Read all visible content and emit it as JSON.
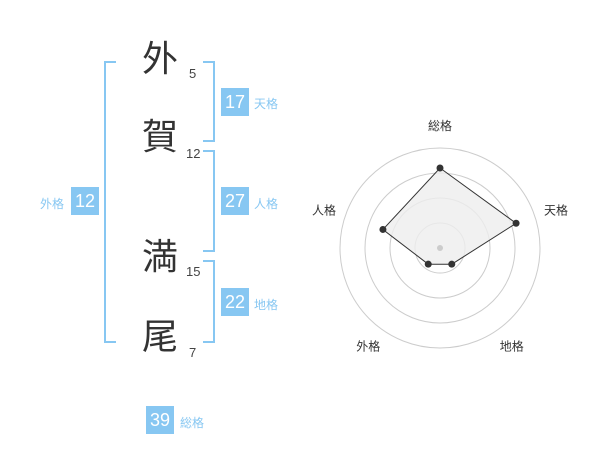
{
  "name_chars": [
    {
      "char": "外",
      "strokes": "5"
    },
    {
      "char": "賀",
      "strokes": "12"
    },
    {
      "char": "満",
      "strokes": "15"
    },
    {
      "char": "尾",
      "strokes": "7"
    }
  ],
  "fortunes": {
    "tenkaku": {
      "label": "天格",
      "value": "17"
    },
    "jinkaku": {
      "label": "人格",
      "value": "27"
    },
    "chikaku": {
      "label": "地格",
      "value": "22"
    },
    "gaikaku": {
      "label": "外格",
      "value": "12"
    },
    "soukaku": {
      "label": "総格",
      "value": "39"
    }
  },
  "colors": {
    "accent": "#87c7f2",
    "text": "#333333",
    "grid": "#cccccc",
    "fill": "#eeeeee"
  },
  "chart_data": {
    "type": "radar",
    "axes": [
      "総格",
      "天格",
      "地格",
      "外格",
      "人格"
    ],
    "max": 5,
    "values": [
      4,
      4,
      1,
      1,
      3
    ],
    "rings": 4
  }
}
